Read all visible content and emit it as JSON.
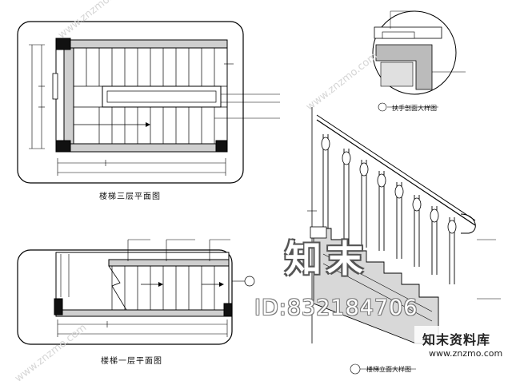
{
  "drawing": {
    "third_floor_plan_title": "楼梯三层平面图",
    "first_floor_plan_title": "楼梯一层平面图",
    "handrail_section_title": "扶手剖面大样图",
    "stair_elevation_title": "楼梯立面大样图"
  },
  "watermark": {
    "id_text": "ID:832184706",
    "logo_text": "知末",
    "brand_name": "知末资料库",
    "brand_url": "www.znzmo.com",
    "diagonal_text": "www.znzmo.com"
  }
}
